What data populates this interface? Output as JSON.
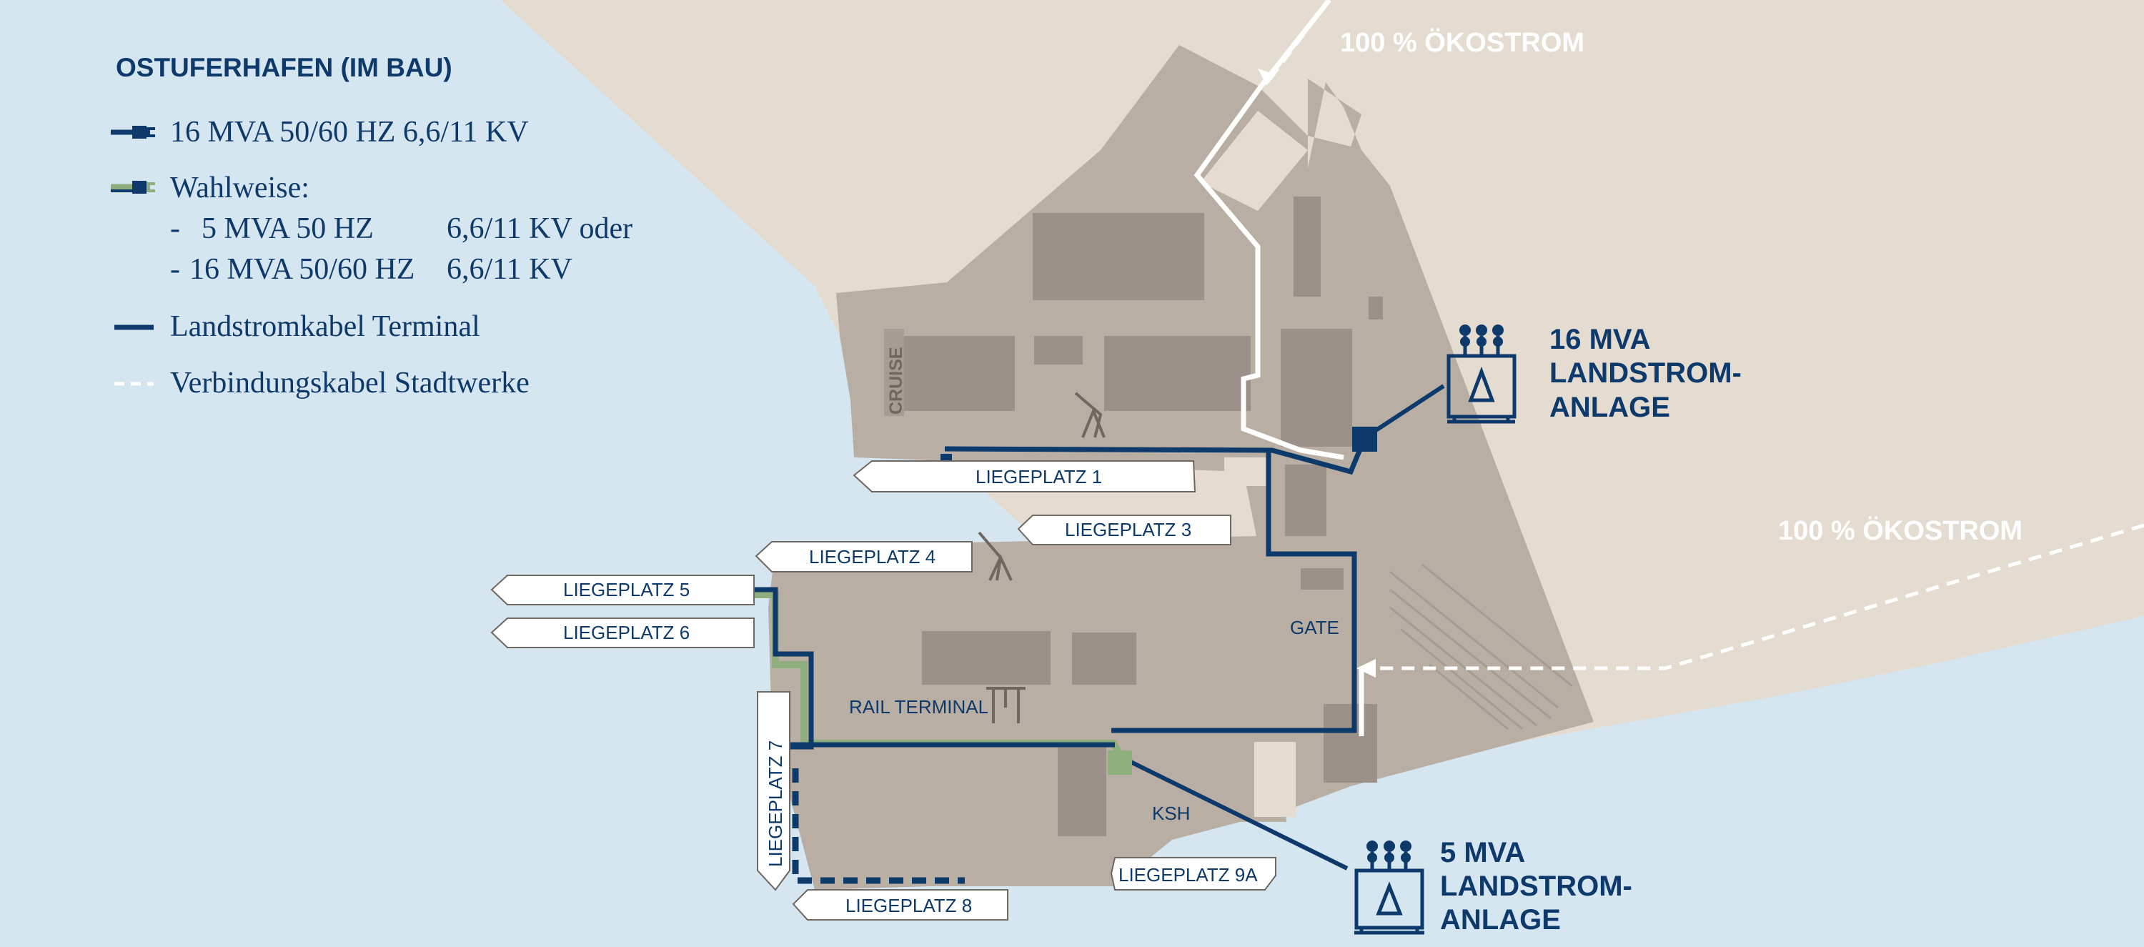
{
  "legend": {
    "title": "OSTUFERHAFEN (IM BAU)",
    "items": [
      {
        "label": "16 MVA 50/60 HZ 6,6/11 KV"
      },
      {
        "label": "Wahlweise:"
      },
      {
        "label": "Landstromkabel Terminal"
      },
      {
        "label": "Verbindungskabel Stadtwerke"
      }
    ],
    "wahlweise_options": [
      {
        "prefix": "-",
        "power": "5 MVA 50 HZ",
        "voltage": "6,6/11 KV oder"
      },
      {
        "prefix": "-",
        "power": "16 MVA 50/60 HZ",
        "voltage": "6,6/11 KV"
      }
    ]
  },
  "ecopower": {
    "top": "100 % ÖKOSTROM",
    "right": "100 % ÖKOSTROM"
  },
  "berths": {
    "liegeplatz_1": "LIEGEPLATZ 1",
    "liegeplatz_3": "LIEGEPLATZ 3",
    "liegeplatz_4": "LIEGEPLATZ 4",
    "liegeplatz_5": "LIEGEPLATZ 5",
    "liegeplatz_6": "LIEGEPLATZ 6",
    "liegeplatz_7": "LIEGEPLATZ 7",
    "liegeplatz_8": "LIEGEPLATZ 8",
    "liegeplatz_9a": "LIEGEPLATZ 9A"
  },
  "areas": {
    "cruise": "CRUISE",
    "gate": "GATE",
    "rail_terminal": "RAIL TERMINAL",
    "ksh": "KSH"
  },
  "stations": {
    "big": {
      "line1": "16 MVA",
      "line2": "LANDSTROM-",
      "line3": "ANLAGE"
    },
    "small": {
      "line1": "5 MVA",
      "line2": "LANDSTROM-",
      "line3": "ANLAGE"
    }
  },
  "colors": {
    "water": "#d5e6f1",
    "land": "#e4dcd1",
    "terminal": "#b9aea3",
    "building": "#9b918a",
    "navy": "#0d3a6b",
    "green": "#8fae7e",
    "white": "#ffffff"
  }
}
